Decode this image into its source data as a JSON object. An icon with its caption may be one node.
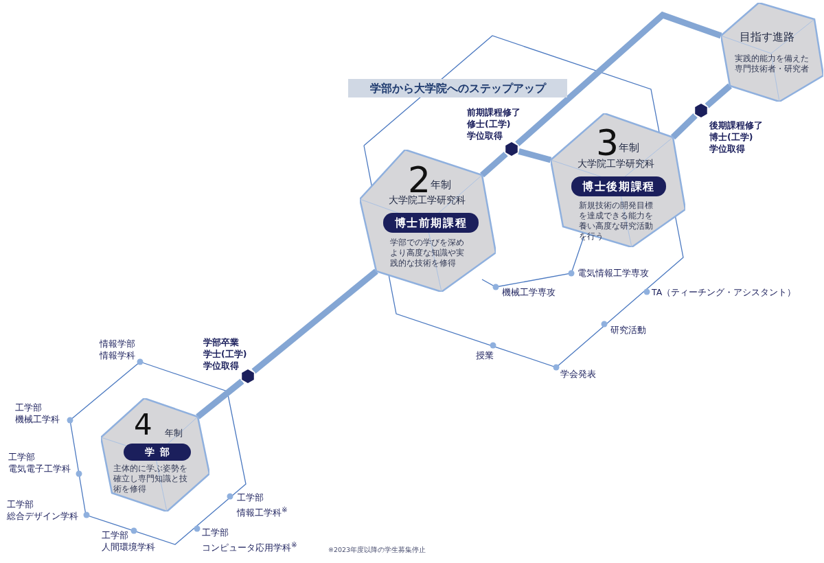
{
  "diagram": {
    "title": "学部から大学院へのステップアップ",
    "nodes": [
      {
        "text": [
          "4",
          "年制",
          "学部",
          "主体的に学ぶ姿勢を確立し専門知識と技術を修得"
        ]
      },
      {
        "text": [],
        "shape": "hexagon",
        "beside": [
          "学部卒業",
          "学士(工学)",
          "学位取得"
        ]
      },
      {
        "text": [
          "2",
          "年制",
          "大学院工学研究科",
          "博士前期課程",
          "学部での学びを深めより高度な知識や実践的な技術を修得"
        ]
      },
      {
        "text": [],
        "shape": "hexagon",
        "beside": [
          "前期課程修了",
          "修士(工学)",
          "学位取得"
        ]
      },
      {
        "text": [
          "3",
          "年制",
          "大学院工学研究科",
          "博士後期課程",
          "新規技術の開発目標を達成できる能力を養い高度な研究活動を行う"
        ]
      },
      {
        "text": [],
        "shape": "hexagon",
        "beside": [
          "後期課程修了",
          "博士(工学)",
          "学位取得"
        ]
      },
      {
        "text": [
          "目指す進路",
          "実践的能力を備えた専門技術者・研究者"
        ]
      }
    ],
    "edges": [
      {
        "from": 0,
        "to": 1,
        "arrow": "none"
      },
      {
        "from": 1,
        "to": 2,
        "arrow": "none"
      },
      {
        "from": 2,
        "to": 3,
        "arrow": "none"
      },
      {
        "from": 3,
        "to": 4,
        "arrow": "none"
      },
      {
        "from": 3,
        "to": 6,
        "arrow": "none"
      },
      {
        "from": 4,
        "to": 5,
        "arrow": "none"
      },
      {
        "from": 5,
        "to": 6,
        "arrow": "none"
      }
    ],
    "labels": [
      "情報学部",
      "情報学科",
      "工学部",
      "機械工学科",
      "工学部",
      "電気電子工学科",
      "工学部",
      "総合デザイン学科",
      "工学部",
      "人間環境学科",
      "工学部",
      "情報工学科$^{※}$",
      "工学部",
      "コンピュータ応用学科$^{※}$",
      "電気情報工学専攻",
      "機械工学専攻",
      "TA（ティーチング・アシスタント）",
      "研究活動",
      "授業",
      "学会発表",
      "※2023年度以降の学生募集停止"
    ]
  }
}
